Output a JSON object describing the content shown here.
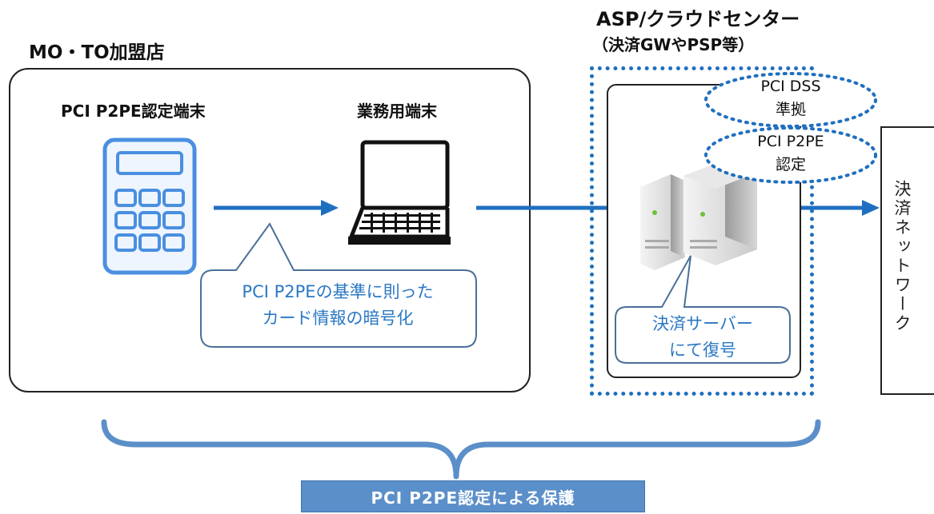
{
  "merchant": {
    "label": "MO・TO加盟店"
  },
  "terminal": {
    "title": "PCI P2PE認定端末"
  },
  "business": {
    "title": "業務用端末"
  },
  "asp": {
    "title": "ASP/クラウドセンター",
    "subtitle": "（決済GWやPSP等）"
  },
  "badges": {
    "dss": {
      "line1": "PCI DSS",
      "line2": "準拠"
    },
    "p2pe": {
      "line1": "PCI P2PE",
      "line2": "認定"
    }
  },
  "callouts": {
    "encryption": {
      "line1": "PCI P2PEの基準に則った",
      "line2": "カード情報の暗号化"
    },
    "decryption": {
      "line1": "決済サーバー",
      "line2": "にて復号"
    }
  },
  "network": {
    "label": "決済ネットワーク"
  },
  "protection": {
    "label": "PCI P2PE認定による保護"
  },
  "colors": {
    "accent": "#1f6fc0",
    "arrow": "#1f6fc0",
    "calculator": "#4a8fe0",
    "callout_text": "#2a78c4",
    "banner": "#5b8fc9"
  }
}
